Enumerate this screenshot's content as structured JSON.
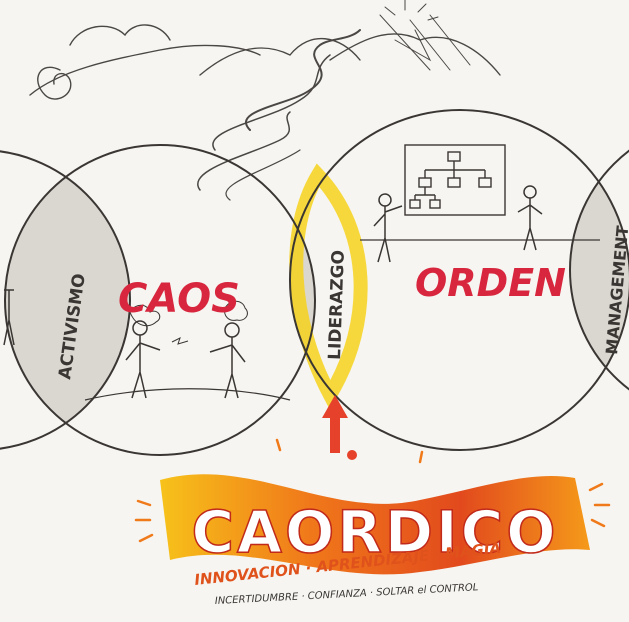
{
  "labels": {
    "caos": "CAOS",
    "orden": "ORDEN",
    "activismo": "ACTIVISMO",
    "liderazgo": "LIDERAZGO",
    "management": "MANAGEMENT",
    "title": "CAORDICO",
    "line1": "INNOVACION · APRENDIZAJE · MAGIA",
    "line2": "INCERTIDUMBRE · CONFIANZA · SOLTAR el CONTROL"
  },
  "colors": {
    "ink": "#3a3633",
    "red": "#d7263d",
    "orange": "#f07a1a",
    "yellow": "#f6d21c",
    "lens": "#d9d5cf",
    "paper": "#f6f5f1"
  }
}
